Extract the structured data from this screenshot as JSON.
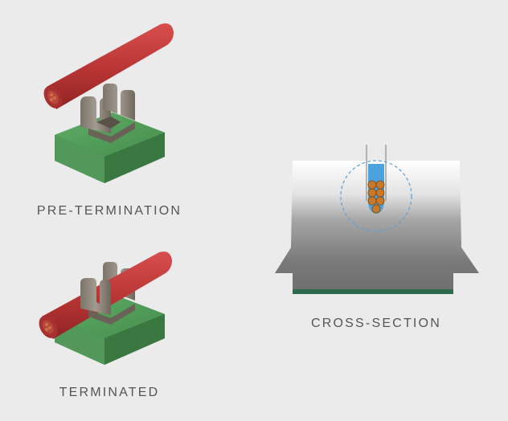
{
  "labels": {
    "pre_termination": "PRE-TERMINATION",
    "terminated": "TERMINATED",
    "cross_section": "CROSS-SECTION"
  },
  "colors": {
    "background": "#ebebeb",
    "wire_insulation": "#c23a3a",
    "wire_core": "#b5483a",
    "base_block": "#4f9a57",
    "terminal_metal": "#8b8178",
    "cross_section_blue": "#4aa3dc",
    "copper_strand": "#c87a2a",
    "callout_circle": "#5a9fd6"
  },
  "icons": {
    "pre_termination": "idc-terminal-open-icon",
    "terminated": "idc-terminal-closed-icon",
    "cross_section": "idc-cross-section-icon"
  }
}
